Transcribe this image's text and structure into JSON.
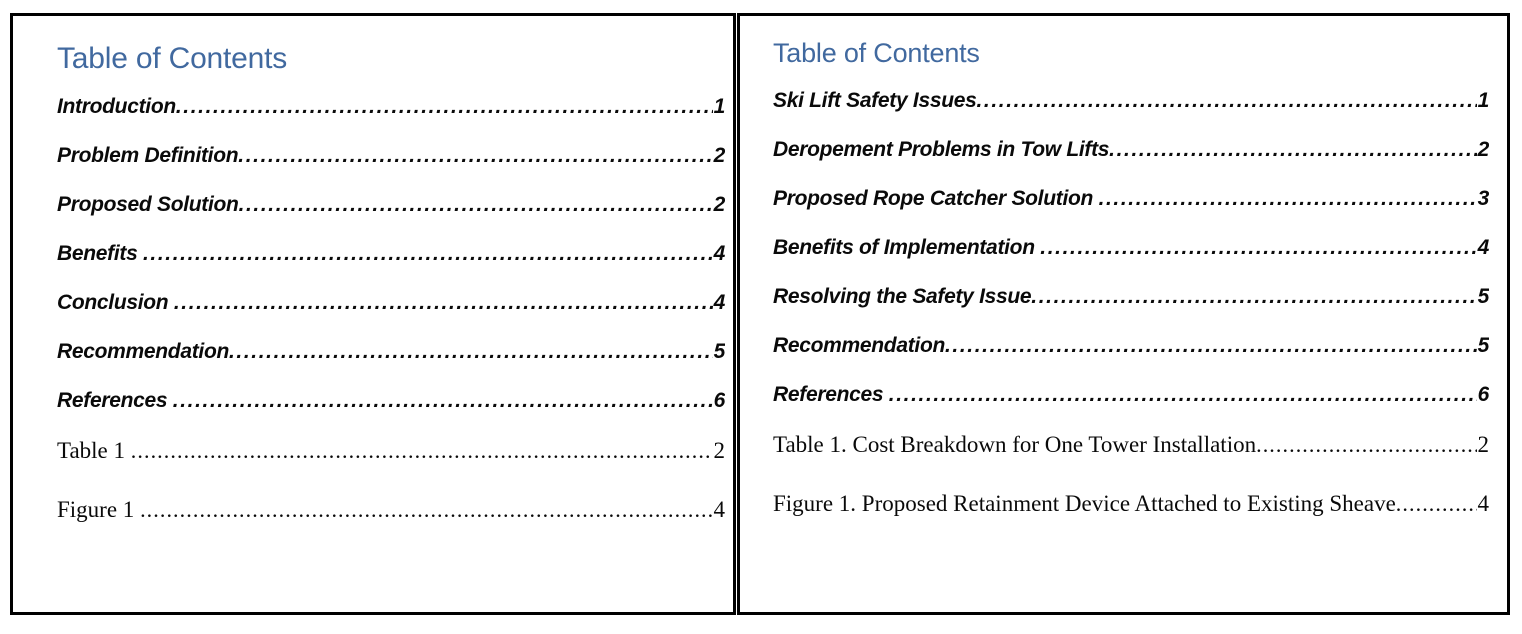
{
  "document": {
    "type": "table-of-contents-comparison",
    "panel_count": 2
  },
  "left_panel": {
    "heading": "Table of Contents",
    "heading_color": "#41699f",
    "entries": [
      {
        "title": "Introduction",
        "page": "1"
      },
      {
        "title": "Problem Definition",
        "page": "2"
      },
      {
        "title": "Proposed Solution",
        "page": "2"
      },
      {
        "title": "Benefits ",
        "page": "4"
      },
      {
        "title": "Conclusion ",
        "page": "4"
      },
      {
        "title": "Recommendation",
        "page": "5"
      },
      {
        "title": "References ",
        "page": "6"
      }
    ],
    "captions": [
      {
        "title": "Table 1 ",
        "page": "2"
      },
      {
        "title": "Figure 1 ",
        "page": "4"
      }
    ]
  },
  "right_panel": {
    "heading": "Table of Contents",
    "heading_color": "#41699f",
    "entries": [
      {
        "title": "Ski Lift Safety Issues",
        "page": "1"
      },
      {
        "title": "Deropement Problems in Tow Lifts",
        "page": "2"
      },
      {
        "title": "Proposed Rope Catcher Solution ",
        "page": "3"
      },
      {
        "title": "Benefits of Implementation ",
        "page": "4"
      },
      {
        "title": "Resolving the Safety Issue",
        "page": "5"
      },
      {
        "title": "Recommendation",
        "page": "5"
      },
      {
        "title": "References ",
        "page": "6"
      }
    ],
    "captions": [
      {
        "title": "Table 1. Cost Breakdown for One Tower Installation",
        "page": "2"
      },
      {
        "title": "Figure 1. Proposed Retainment Device Attached to Existing Sheave",
        "page": "4"
      }
    ]
  }
}
